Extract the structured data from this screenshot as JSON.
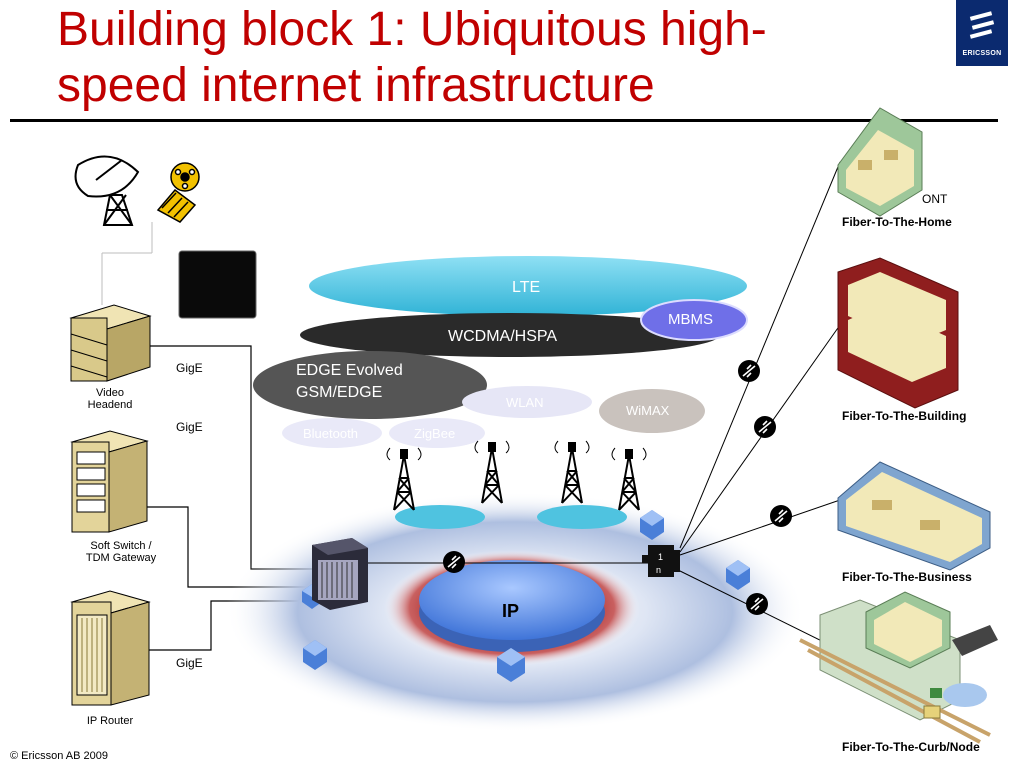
{
  "slide": {
    "title_line1": "Building block 1: Ubiquitous high-",
    "title_line2": "speed internet infrastructure",
    "logo_text": "ERICSSON",
    "copyright": "© Ericsson AB 2009"
  },
  "left_equipment": {
    "video_headend_line1": "Video",
    "video_headend_line2": "Headend",
    "soft_switch_line1": "Soft Switch /",
    "soft_switch_line2": "TDM Gateway",
    "ip_router": "IP Router",
    "gige_1": "GigE",
    "gige_2": "GigE",
    "gige_3": "GigE"
  },
  "radio": {
    "lte": "LTE",
    "mbms": "MBMS",
    "wcdma": "WCDMA/HSPA",
    "edge_line1": "EDGE Evolved",
    "edge_line2": "GSM/EDGE",
    "wlan": "WLAN",
    "wimax": "WiMAX",
    "bluetooth": "Bluetooth",
    "zigbee": "ZigBee"
  },
  "core": {
    "ip": "IP"
  },
  "fiber": {
    "ont": "ONT",
    "home": "Fiber-To-The-Home",
    "building": "Fiber-To-The-Building",
    "business": "Fiber-To-The-Business",
    "curb": "Fiber-To-The-Curb/Node"
  },
  "colors": {
    "title": "#c00000",
    "lte": "#4fc3e0",
    "mbms": "#6f6fe8",
    "wcdma": "#2a2a2a",
    "edge": "#555555",
    "ip_core": "#5b8ee6",
    "ring_red": "#a52a2a",
    "logo_bg": "#0b2a6f"
  }
}
